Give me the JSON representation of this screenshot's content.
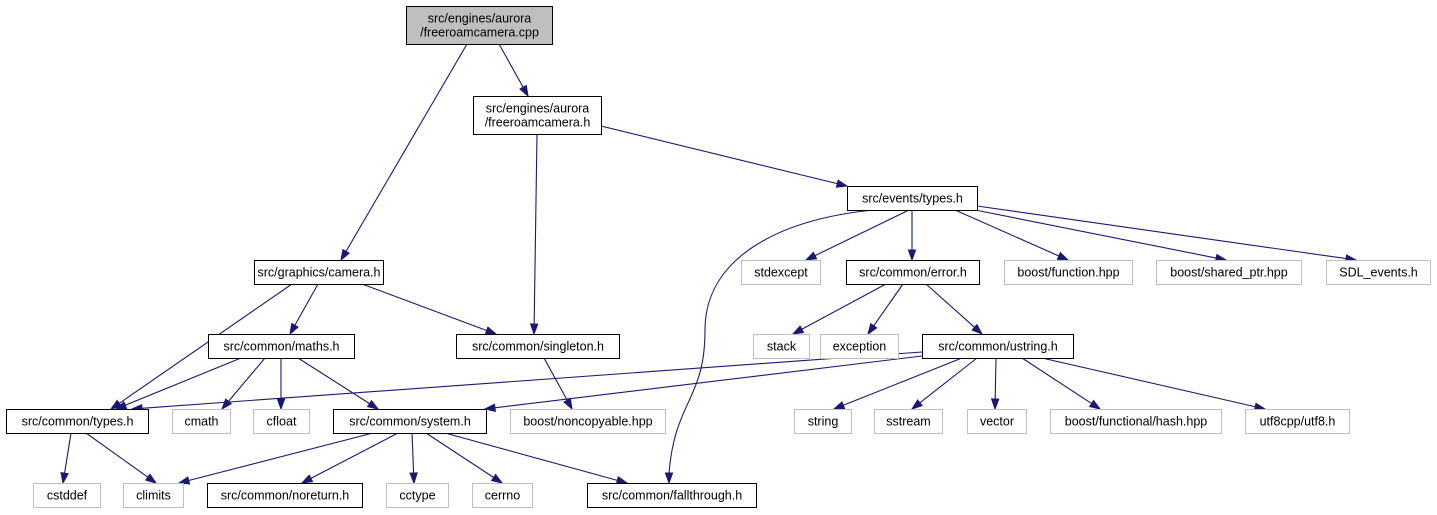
{
  "graph": {
    "colors": {
      "edge": "#191970",
      "root_fill": "#bfbfbf",
      "node_border": "#000000",
      "external_border": "#bfbfbf"
    },
    "nodes": [
      {
        "id": "freeroamcamera_cpp",
        "label": [
          "src/engines/aurora",
          "/freeroamcamera.cpp"
        ],
        "kind": "root"
      },
      {
        "id": "freeroamcamera_h",
        "label": [
          "src/engines/aurora",
          "/freeroamcamera.h"
        ],
        "kind": "normal"
      },
      {
        "id": "events_types_h",
        "label": [
          "src/events/types.h"
        ],
        "kind": "normal"
      },
      {
        "id": "graphics_camera_h",
        "label": [
          "src/graphics/camera.h"
        ],
        "kind": "normal"
      },
      {
        "id": "stdexcept",
        "label": [
          "stdexcept"
        ],
        "kind": "external"
      },
      {
        "id": "common_error_h",
        "label": [
          "src/common/error.h"
        ],
        "kind": "normal"
      },
      {
        "id": "boost_function_hpp",
        "label": [
          "boost/function.hpp"
        ],
        "kind": "external"
      },
      {
        "id": "boost_shared_ptr_hpp",
        "label": [
          "boost/shared_ptr.hpp"
        ],
        "kind": "external"
      },
      {
        "id": "sdl_events_h",
        "label": [
          "SDL_events.h"
        ],
        "kind": "external"
      },
      {
        "id": "common_maths_h",
        "label": [
          "src/common/maths.h"
        ],
        "kind": "normal"
      },
      {
        "id": "common_singleton_h",
        "label": [
          "src/common/singleton.h"
        ],
        "kind": "normal"
      },
      {
        "id": "stack",
        "label": [
          "stack"
        ],
        "kind": "external"
      },
      {
        "id": "exception",
        "label": [
          "exception"
        ],
        "kind": "external"
      },
      {
        "id": "common_ustring_h",
        "label": [
          "src/common/ustring.h"
        ],
        "kind": "normal"
      },
      {
        "id": "common_types_h",
        "label": [
          "src/common/types.h"
        ],
        "kind": "normal"
      },
      {
        "id": "cmath",
        "label": [
          "cmath"
        ],
        "kind": "external"
      },
      {
        "id": "cfloat",
        "label": [
          "cfloat"
        ],
        "kind": "external"
      },
      {
        "id": "common_system_h",
        "label": [
          "src/common/system.h"
        ],
        "kind": "normal"
      },
      {
        "id": "boost_noncopyable_hpp",
        "label": [
          "boost/noncopyable.hpp"
        ],
        "kind": "external"
      },
      {
        "id": "string",
        "label": [
          "string"
        ],
        "kind": "external"
      },
      {
        "id": "sstream",
        "label": [
          "sstream"
        ],
        "kind": "external"
      },
      {
        "id": "vector",
        "label": [
          "vector"
        ],
        "kind": "external"
      },
      {
        "id": "boost_functional_hash_hpp",
        "label": [
          "boost/functional/hash.hpp"
        ],
        "kind": "external"
      },
      {
        "id": "utf8cpp_utf8_h",
        "label": [
          "utf8cpp/utf8.h"
        ],
        "kind": "external"
      },
      {
        "id": "cstddef",
        "label": [
          "cstddef"
        ],
        "kind": "external"
      },
      {
        "id": "climits",
        "label": [
          "climits"
        ],
        "kind": "external"
      },
      {
        "id": "common_noreturn_h",
        "label": [
          "src/common/noreturn.h"
        ],
        "kind": "normal"
      },
      {
        "id": "cctype",
        "label": [
          "cctype"
        ],
        "kind": "external"
      },
      {
        "id": "cerrno",
        "label": [
          "cerrno"
        ],
        "kind": "external"
      },
      {
        "id": "common_fallthrough_h",
        "label": [
          "src/common/fallthrough.h"
        ],
        "kind": "normal"
      }
    ],
    "edges": [
      {
        "from": "freeroamcamera_cpp",
        "to": "freeroamcamera_h"
      },
      {
        "from": "freeroamcamera_cpp",
        "to": "graphics_camera_h"
      },
      {
        "from": "freeroamcamera_h",
        "to": "events_types_h"
      },
      {
        "from": "freeroamcamera_h",
        "to": "common_singleton_h"
      },
      {
        "from": "events_types_h",
        "to": "stdexcept"
      },
      {
        "from": "events_types_h",
        "to": "common_error_h"
      },
      {
        "from": "events_types_h",
        "to": "boost_function_hpp"
      },
      {
        "from": "events_types_h",
        "to": "boost_shared_ptr_hpp"
      },
      {
        "from": "events_types_h",
        "to": "sdl_events_h"
      },
      {
        "from": "events_types_h",
        "to": "common_fallthrough_h"
      },
      {
        "from": "graphics_camera_h",
        "to": "common_maths_h"
      },
      {
        "from": "graphics_camera_h",
        "to": "common_singleton_h"
      },
      {
        "from": "graphics_camera_h",
        "to": "common_types_h"
      },
      {
        "from": "common_error_h",
        "to": "stack"
      },
      {
        "from": "common_error_h",
        "to": "exception"
      },
      {
        "from": "common_error_h",
        "to": "common_ustring_h"
      },
      {
        "from": "common_maths_h",
        "to": "common_types_h"
      },
      {
        "from": "common_maths_h",
        "to": "cmath"
      },
      {
        "from": "common_maths_h",
        "to": "cfloat"
      },
      {
        "from": "common_maths_h",
        "to": "common_system_h"
      },
      {
        "from": "common_singleton_h",
        "to": "boost_noncopyable_hpp"
      },
      {
        "from": "common_ustring_h",
        "to": "common_types_h"
      },
      {
        "from": "common_ustring_h",
        "to": "common_system_h"
      },
      {
        "from": "common_ustring_h",
        "to": "string"
      },
      {
        "from": "common_ustring_h",
        "to": "sstream"
      },
      {
        "from": "common_ustring_h",
        "to": "vector"
      },
      {
        "from": "common_ustring_h",
        "to": "boost_functional_hash_hpp"
      },
      {
        "from": "common_ustring_h",
        "to": "utf8cpp_utf8_h"
      },
      {
        "from": "common_types_h",
        "to": "cstddef"
      },
      {
        "from": "common_types_h",
        "to": "climits"
      },
      {
        "from": "common_system_h",
        "to": "climits"
      },
      {
        "from": "common_system_h",
        "to": "common_noreturn_h"
      },
      {
        "from": "common_system_h",
        "to": "cctype"
      },
      {
        "from": "common_system_h",
        "to": "cerrno"
      },
      {
        "from": "common_system_h",
        "to": "common_fallthrough_h"
      }
    ]
  }
}
